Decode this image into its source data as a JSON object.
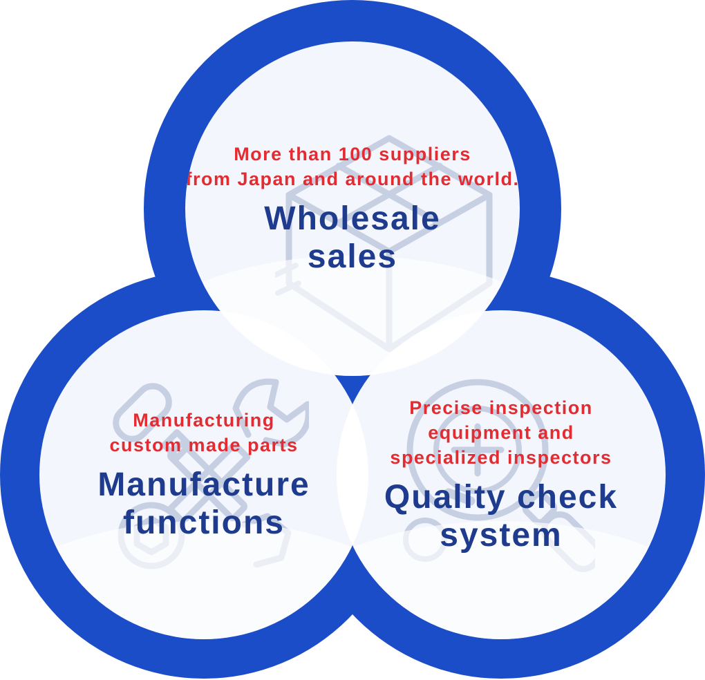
{
  "colors": {
    "ring_blue": "#1c4dc8",
    "inner_fill": "#f4f6fc",
    "title_navy": "#1e3b8d",
    "tagline_red": "#e32c31",
    "icon_stroke": "#c7cfe2"
  },
  "circles": {
    "wholesale": {
      "icon": "package-box-icon",
      "tagline": [
        "More than 100 suppliers",
        "from Japan and around the world."
      ],
      "title": [
        "Wholesale",
        "sales"
      ]
    },
    "manufacture": {
      "icon": "crossed-tools-icon",
      "tagline": [
        "Manufacturing",
        "custom made parts"
      ],
      "title": [
        "Manufacture",
        "functions"
      ]
    },
    "quality": {
      "icon": "magnifier-icon",
      "tagline": [
        "Precise inspection",
        "equipment and",
        "specialized inspectors"
      ],
      "title": [
        "Quality check",
        "system"
      ]
    }
  }
}
